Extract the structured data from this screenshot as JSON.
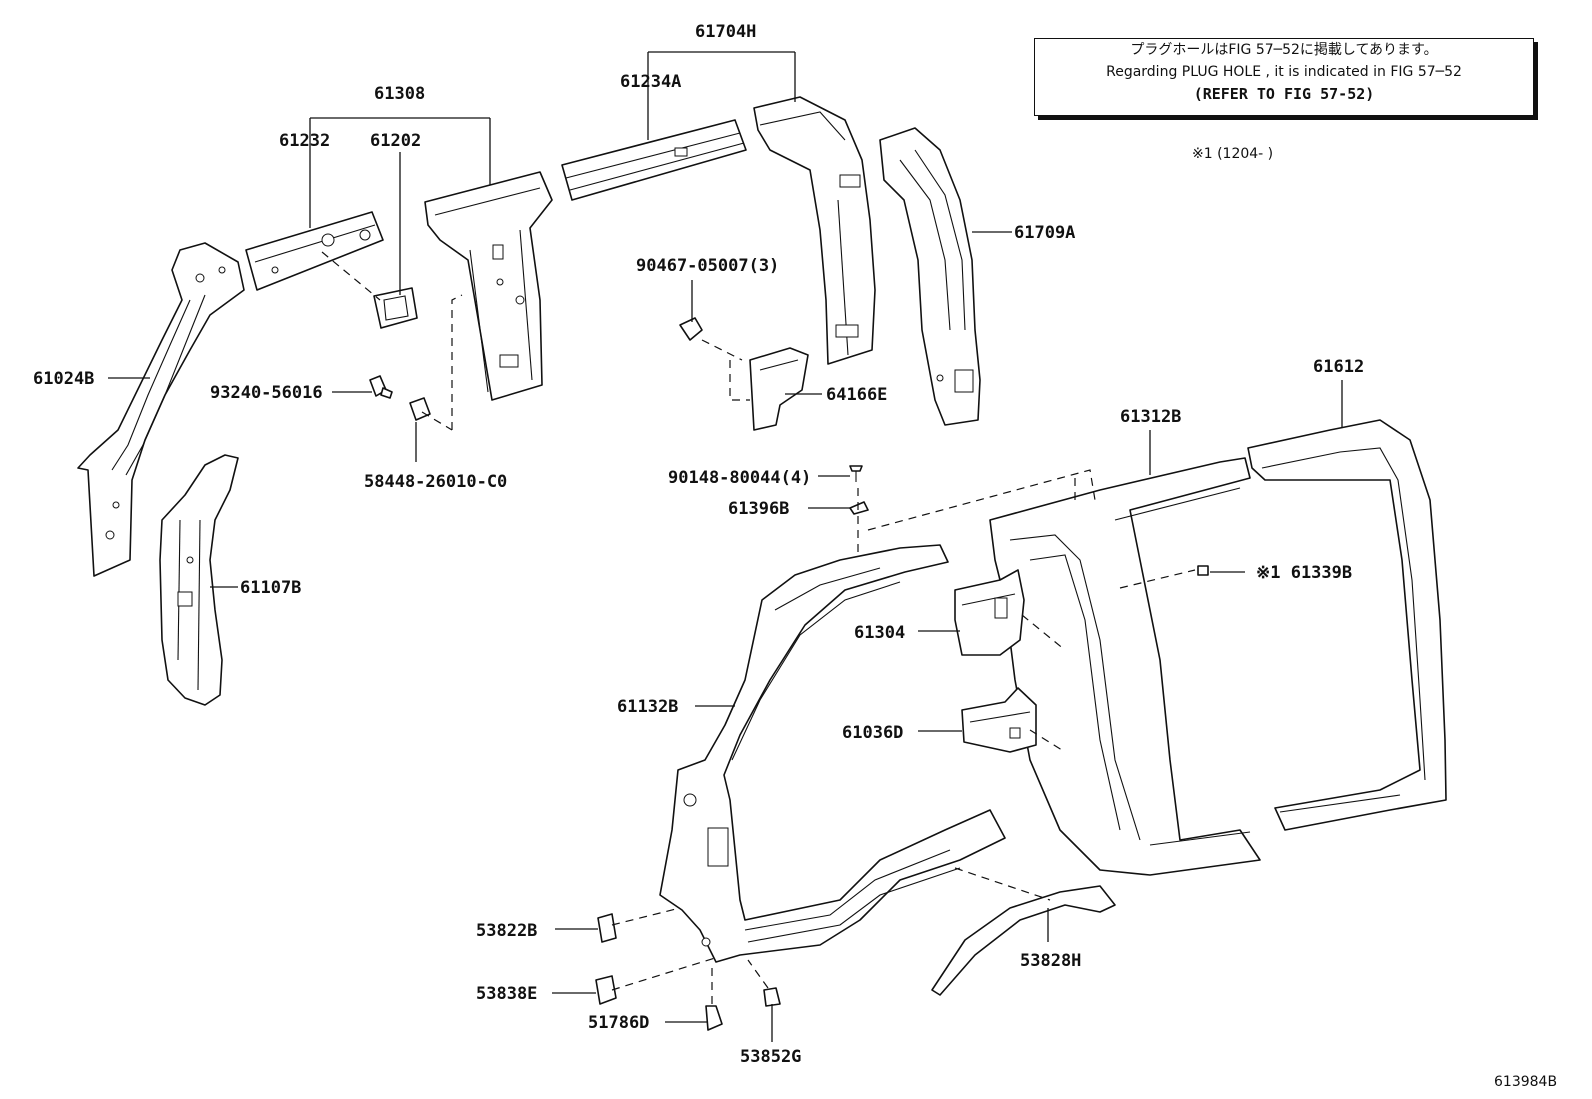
{
  "note": {
    "jp": "プラグホールはFIG 57─52に掲載してあります。",
    "en": "Regarding PLUG HOLE , it is indicated in FIG 57─52",
    "refer": "(REFER TO FIG 57-52)"
  },
  "period_note": "※1 (1204-      )",
  "illustration_number": "613984B",
  "labels": {
    "p61704H": "61704H",
    "p61234A": "61234A",
    "p61308": "61308",
    "p61232": "61232",
    "p61202": "61202",
    "p61709A": "61709A",
    "p90467": "90467-05007(3)",
    "p64166E": "64166E",
    "p61024B": "61024B",
    "p93240": "93240-56016",
    "p58448": "58448-26010-C0",
    "p61107B": "61107B",
    "p61612": "61612",
    "p61312B": "61312B",
    "p90148": "90148-80044(4)",
    "p61396B": "61396B",
    "p61339B": "※1 61339B",
    "p61304": "61304",
    "p61036D": "61036D",
    "p61132B": "61132B",
    "p53822B": "53822B",
    "p53828H": "53828H",
    "p53838E": "53838E",
    "p51786D": "51786D",
    "p53852G": "53852G"
  }
}
